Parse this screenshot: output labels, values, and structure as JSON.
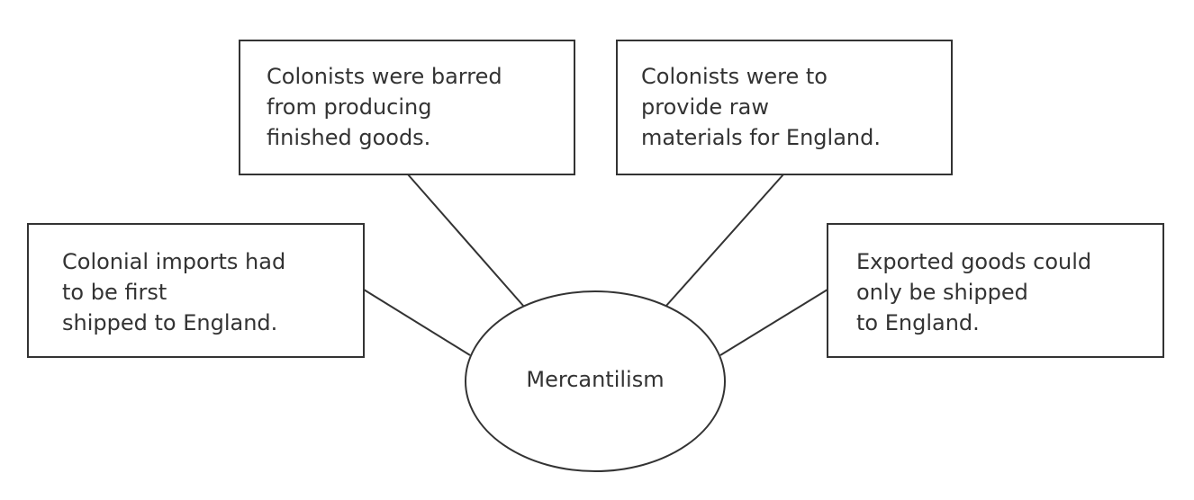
{
  "center": {
    "label": "Mercantilism"
  },
  "boxes": [
    {
      "id": "top-left",
      "lines": [
        "Colonists were barred",
        "from producing",
        "finished goods."
      ]
    },
    {
      "id": "top-right",
      "lines": [
        "Colonists were to",
        "provide raw",
        "materials for England."
      ]
    },
    {
      "id": "left",
      "lines": [
        "Colonial imports had",
        "to be first",
        "shipped to England."
      ]
    },
    {
      "id": "right",
      "lines": [
        "Exported goods could",
        "only be shipped",
        "to England."
      ]
    }
  ],
  "colors": {
    "stroke": "#333333",
    "text": "#333333",
    "background": "#ffffff"
  }
}
